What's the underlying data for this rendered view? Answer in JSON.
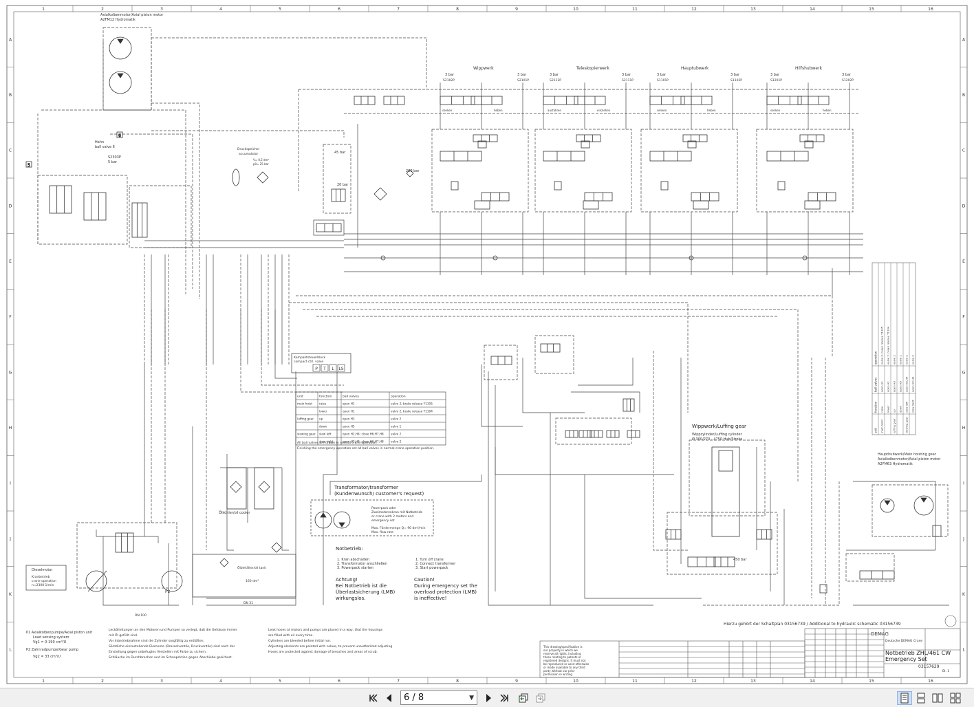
{
  "colors": {
    "ink": "#333333",
    "paper": "#ffffff",
    "toolbar": "#f0f0f0"
  },
  "grid": {
    "columns": [
      "1",
      "2",
      "3",
      "4",
      "5",
      "6",
      "7",
      "8",
      "9",
      "10",
      "11",
      "12",
      "13",
      "14",
      "15",
      "16"
    ],
    "rows": [
      "A",
      "B",
      "C",
      "D",
      "E",
      "F",
      "G",
      "H",
      "I",
      "J",
      "K",
      "L"
    ]
  },
  "drawing": {
    "axial_motor_title": "Axialkolbenmotor/Axial piston motor",
    "axial_motor_model": "A2FM12 Hydromatik",
    "sections": [
      "Wippwerk",
      "Teleskopierwerk",
      "Hauptubwerk",
      "Hilfshubwerk"
    ],
    "pressure_3bar": "3 bar",
    "valve_labels": [
      "S2102P",
      "S2101P",
      "S2112P",
      "S2111P",
      "S1101P",
      "S1102P",
      "S1201P",
      "S1202P"
    ],
    "section_subs": [
      [
        "senken",
        "heben"
      ],
      [
        "ausfahren",
        "einziehen"
      ],
      [
        "senken",
        "heben"
      ],
      [
        "senken",
        "heben"
      ]
    ],
    "hahn_label": "Hahn",
    "ball_valve_6": "ball valve 6",
    "s2303p": "S2303P",
    "s2303p_bar": "5 bar",
    "druckspeicher": "Druckspeicher",
    "accumulator": "accumulator",
    "acc_specs": [
      "V= 0,5 dm³",
      "p0= 25 bar"
    ],
    "pressure_45": "45 bar",
    "pressure_20": "20 bar",
    "pressure_260": "260 bar",
    "kompakt_title": "Kompaktsteuerblock",
    "kompakt_sub": "compact ctrl. valve",
    "kompakt_ports": [
      "P",
      "T",
      "L",
      "LS"
    ],
    "ball_table": {
      "headers": [
        "unit",
        "function",
        "ball valves",
        "operation"
      ],
      "rows": [
        [
          "main hoist",
          "raise",
          "open H1",
          "valve 2, brake release Y1105"
        ],
        [
          "",
          "lower",
          "open H1",
          "valve 2, brake release Y1104"
        ],
        [
          "luffing gear",
          "up",
          "open H3",
          "valve 2"
        ],
        [
          "",
          "down",
          "open H5",
          "valve 1"
        ],
        [
          "slewing gear",
          "slew left",
          "open H2,H4; close H6,H7,H8",
          "valve 2"
        ],
        [
          "",
          "slew right",
          "open H2,H4; close H6,H7,H8",
          "valve 2"
        ]
      ],
      "notes": [
        "All ball valves are drawn in normal crane operation.",
        "Finishing the emergency operation set all ball valves in normal crane operation position."
      ]
    },
    "transformer_title": "Transformator/transformer",
    "transformer_sub": "(Kundenwunsch/ customer's request)",
    "powerpack_lines": [
      "Powerpack oder",
      "Zweimotorenkran mit Notbetrieb",
      "or crane with 2 motors and",
      "emergency set",
      "Max. Fördermenge Q= 90 dm³/min",
      "Max. flow rate"
    ],
    "notbetrieb_title": "Notbetrieb:",
    "notbetrieb_de": [
      "1.  Kran abschalten",
      "2.  Transformator anschließen",
      "3.  Powerpack starten"
    ],
    "notbetrieb_en": [
      "1.  Turn off crane",
      "2.  Connect transformer",
      "3.  Start powerpack"
    ],
    "achtung": [
      "Achtung!",
      "Bei Notbetrieb ist die",
      "Überlastsicherung (LMB)",
      "wirkungslos."
    ],
    "caution": [
      "Caution!",
      "During emergency set the",
      "overload protection (LMB)",
      "is ineffective!"
    ],
    "dieselmotor": "Dieselmotor",
    "diesel_sub": [
      "Kranbetrieb",
      "crane operation",
      "n=2300 1/min"
    ],
    "pump_p2": "P2",
    "dn100": "DN 100",
    "dn31": "DN 31",
    "oilcooler": "Ölkühler/oil cooler",
    "tank_label": "Ölbehälter/oil tank",
    "tank_volume": "160 dm³",
    "luffing_gear_title": "Wippwerk/Luffing gear",
    "luffing_cyl": "Wippzylinder/Luffing cylinder",
    "luffing_spec": "Ø 300/270 - 4750 Hub/Stroke",
    "pressure_450": "450 bar",
    "hoist_title": "Haupthubwerk/Main hoisting gear",
    "hoist_motor": "Axialkolbenmotor/Axial piston motor",
    "hoist_model": "A2FM63 Hydromatik",
    "legend_pumps": [
      "P1 Axialkolbenpumpe/Axial piston unit",
      "Load sensing system",
      "Vg1 = 0-190 cm³/U",
      "P2 Zahnradpumpe/Gear pump",
      "Vg2 = 33 cm³/U"
    ],
    "notes_de": [
      "Leckölleitungen an den Motoren und Pumpen so verlegt, daß die Gehäuse immer",
      "mit Öl gefüllt sind.",
      "Vor Inbetriebnahme sind die Zylinder sorgfältig zu entlüften.",
      "Sämtliche einzustellende Elemente (Drosselventile, Druckventile) sind nach der",
      "Einstellung gegen unbefugtes Verstellen mit Farbe zu sichern.",
      "Schläuche im Durchbrechen und im Schnapcktion gegen Abschiebe gesichert."
    ],
    "notes_en": [
      "Leak hoses at motors and pumps are placed in a way, that the housings",
      "are filled with oil every time.",
      "Cylinders are bleeded before initial run.",
      "Adjusting elements are painted with colour, to prevent unauthorized adjusting",
      "Hoses are protected against damage of breaches and areas of scrub."
    ],
    "reference_line": "Hierzu gehört der Schaltplan 03156739 / Additional to hydraulic schematic 03156739",
    "title_block": {
      "logo": "DEMAG",
      "company": "Deutsche DEMAG Crane",
      "title_de": "Notbetrieb ZHL/461 CW",
      "title_en": "Emergency Set",
      "drawing_no": "03157629",
      "sheet": "Bl. 1",
      "disclaimer": [
        "This drawing/specification is",
        "our property in which we",
        "reserve all rights, including",
        "those relating to patents or",
        "registered designs. It must not",
        "be reproduced or used otherwise",
        "or made available to any third",
        "party without our prior",
        "permission in writing."
      ]
    },
    "side_table_headers": [
      "unit",
      "function",
      "ball valves",
      "operation"
    ],
    "side_table_rows": [
      [
        "main hoist",
        "raise",
        "open H1",
        "valve 2, brake release Y1105"
      ],
      [
        "",
        "lower",
        "open H1",
        "valve 2, brake release Y1104"
      ],
      [
        "luffing gear",
        "up",
        "open H3",
        "valve 2"
      ],
      [
        "",
        "down",
        "open H5",
        "valve 1"
      ],
      [
        "slewing gear",
        "slew left",
        "open H2,H4",
        "valve 2"
      ],
      [
        "",
        "slew right",
        "open H2,H4",
        "valve 2"
      ]
    ]
  },
  "toolbar": {
    "page_text": "6 / 8"
  }
}
